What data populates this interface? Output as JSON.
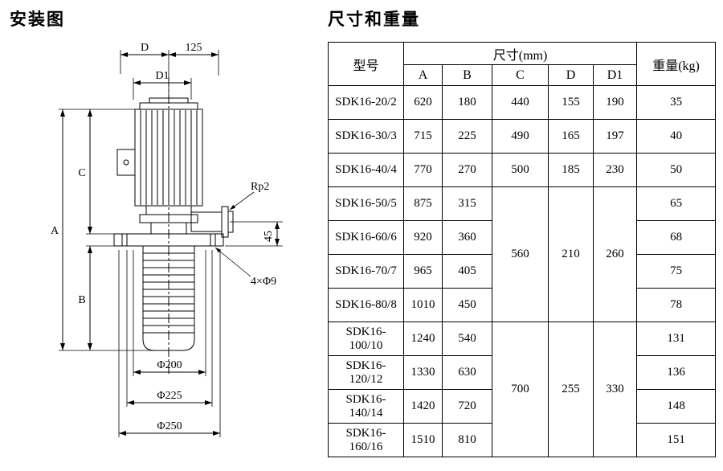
{
  "page": {
    "diagram_title": "安装图",
    "table_title": "尺寸和重量"
  },
  "diagram": {
    "labels": {
      "d": "D",
      "len125": "125",
      "d1": "D1",
      "a": "A",
      "b": "B",
      "c": "C",
      "rp2": "Rp2",
      "v45": "45",
      "bolt_holes": "4×Φ9",
      "phi200": "Φ200",
      "phi225": "Φ225",
      "phi250": "Φ250"
    }
  },
  "table": {
    "headers": {
      "model": "型号",
      "size": "尺寸(mm)",
      "weight": "重量(kg)",
      "cols": [
        "A",
        "B",
        "C",
        "D",
        "D1"
      ]
    },
    "merged": {
      "group1": {
        "C": "560",
        "D": "210",
        "D1": "260"
      },
      "group2": {
        "C": "700",
        "D": "255",
        "D1": "330"
      }
    },
    "rows": [
      {
        "model": "SDK16-20/2",
        "A": "620",
        "B": "180",
        "C": "440",
        "D": "155",
        "D1": "190",
        "weight": "35"
      },
      {
        "model": "SDK16-30/3",
        "A": "715",
        "B": "225",
        "C": "490",
        "D": "165",
        "D1": "197",
        "weight": "40"
      },
      {
        "model": "SDK16-40/4",
        "A": "770",
        "B": "270",
        "C": "500",
        "D": "185",
        "D1": "230",
        "weight": "50"
      },
      {
        "model": "SDK16-50/5",
        "A": "875",
        "B": "315",
        "weight": "65"
      },
      {
        "model": "SDK16-60/6",
        "A": "920",
        "B": "360",
        "weight": "68"
      },
      {
        "model": "SDK16-70/7",
        "A": "965",
        "B": "405",
        "weight": "75"
      },
      {
        "model": "SDK16-80/8",
        "A": "1010",
        "B": "450",
        "weight": "78"
      },
      {
        "model": "SDK16-100/10",
        "A": "1240",
        "B": "540",
        "weight": "131"
      },
      {
        "model": "SDK16-120/12",
        "A": "1330",
        "B": "630",
        "weight": "136"
      },
      {
        "model": "SDK16-140/14",
        "A": "1420",
        "B": "720",
        "weight": "148"
      },
      {
        "model": "SDK16-160/16",
        "A": "1510",
        "B": "810",
        "weight": "151"
      }
    ]
  }
}
